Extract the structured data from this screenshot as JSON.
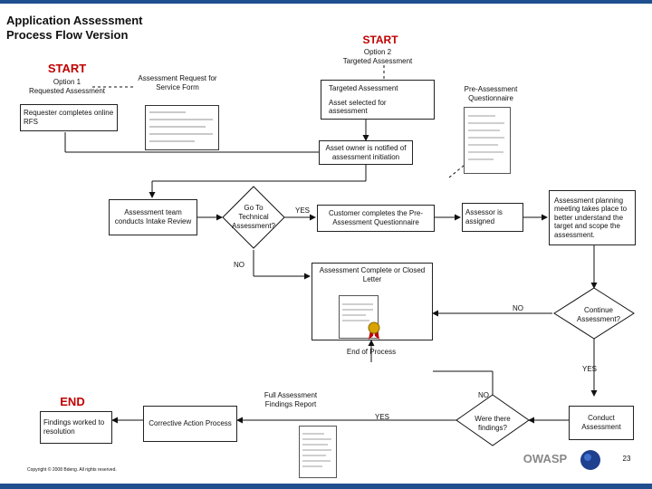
{
  "title_line1": "Application Assessment",
  "title_line2": "Process Flow Version",
  "start_left": "START",
  "start_left_sub1": "Option 1",
  "start_left_sub2": "Requested Assessment",
  "start_right": "START",
  "start_right_sub1": "Option 2",
  "start_right_sub2": "Targeted Assessment",
  "requester_completes": "Requester completes online RFS",
  "assessment_request_form": "Assessment Request for Service Form",
  "targeted_assessment": "Targeted Assessment",
  "asset_selected": "Asset selected for assessment",
  "pre_assessment_questionnaire": "Pre-Assessment Questionnaire",
  "asset_owner_notified": "Asset owner is notified of assessment initiation",
  "assessment_team_intake": "Assessment team conducts Intake Review",
  "go_to_technical": "Go To Technical Assessment?",
  "yes1": "YES",
  "no1": "NO",
  "customer_completes": "Customer completes the Pre-Assessment Questionnaire",
  "assessor_assigned": "Assessor is assigned",
  "planning_meeting": "Assessment planning meeting takes place to better understand the target and scope the assessment.",
  "assessment_complete_letter": "Assessment Complete or Closed Letter",
  "no2": "NO",
  "continue_assessment": "Continue Assessment?",
  "end_of_process": "End of Process",
  "yes2": "YES",
  "full_findings_report": "Full Assessment Findings Report",
  "no3": "NO",
  "end_label": "END",
  "findings_worked": "Findings worked to resolution",
  "corrective_action": "Corrective Action Process",
  "yes3": "YES",
  "were_there_findings": "Were there findings?",
  "conduct_assessment": "Conduct Assessment",
  "owasp": "OWASP",
  "page_number": "23",
  "copyright": "Copyright © 2008 Bdeng. All rights reserved.",
  "colors": {
    "header_bar": "#1f4f8f",
    "start_red": "#c00000",
    "end_red": "#c00000",
    "owasp_gray": "#888888"
  }
}
